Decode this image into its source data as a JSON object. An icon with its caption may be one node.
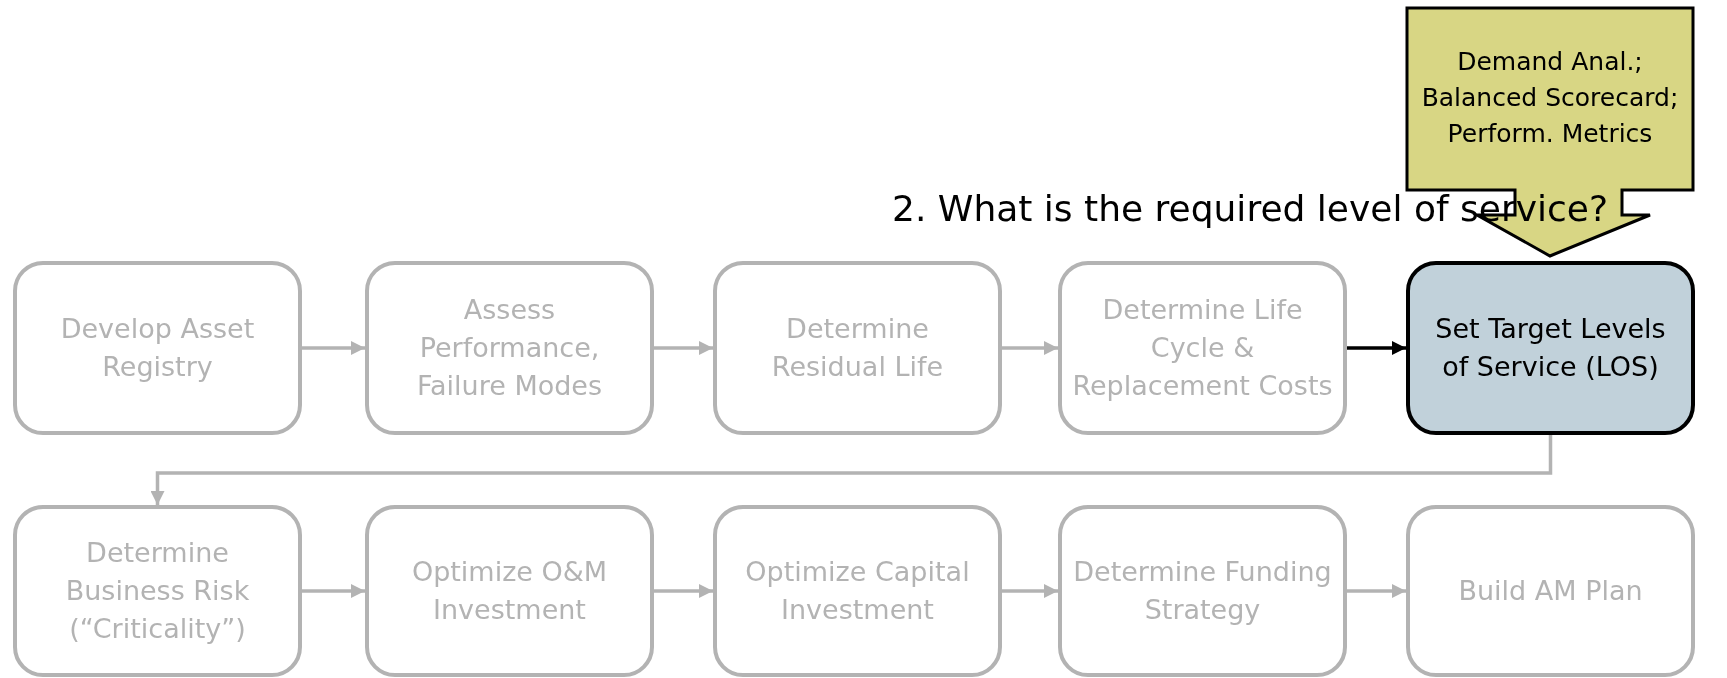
{
  "diagram": {
    "title": "2. What is the required level of service?",
    "nodes": [
      {
        "text": [
          "Develop Asset Registry"
        ]
      },
      {
        "text": [
          "Assess Performance, Failure Modes"
        ]
      },
      {
        "text": [
          "Determine Residual Life"
        ]
      },
      {
        "text": [
          "Determine Life Cycle & Replacement Costs"
        ]
      },
      {
        "text": [
          "Set Target Levels of Service (LOS)"
        ]
      },
      {
        "text": [
          "Determine Business Risk (“Criticality”)"
        ]
      },
      {
        "text": [
          "Optimize O&M Investment"
        ]
      },
      {
        "text": [
          "Optimize Capital Investment"
        ]
      },
      {
        "text": [
          "Determine Funding Strategy"
        ]
      },
      {
        "text": [
          "Build AM Plan"
        ]
      },
      {
        "text": [
          "Demand Anal.; Balanced Scorecard; Perform. Metrics"
        ]
      }
    ],
    "edges": [
      {
        "from": 0,
        "to": 1,
        "arrow": "to"
      },
      {
        "from": 1,
        "to": 2,
        "arrow": "to"
      },
      {
        "from": 2,
        "to": 3,
        "arrow": "to"
      },
      {
        "from": 3,
        "to": 4,
        "arrow": "to",
        "color": "#000000"
      },
      {
        "from": 4,
        "to": 5,
        "arrow": "to"
      },
      {
        "from": 5,
        "to": 6,
        "arrow": "to"
      },
      {
        "from": 6,
        "to": 7,
        "arrow": "to"
      },
      {
        "from": 7,
        "to": 8,
        "arrow": "to"
      },
      {
        "from": 8,
        "to": 9,
        "arrow": "to"
      }
    ]
  }
}
